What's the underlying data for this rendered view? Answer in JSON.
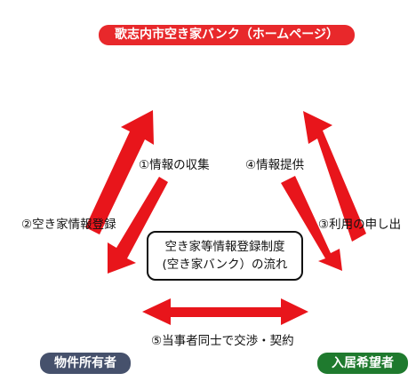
{
  "top_pill": "歌志内市空き家バンク（ホームページ）",
  "owner_pill": "物件所有者",
  "seeker_pill": "入居希望者",
  "center_box": {
    "line1": "空き家等情報登録制度",
    "line2": "(空き家バンク）の流れ"
  },
  "steps": {
    "step1": "①情報の収集",
    "step2": "②空き家情報登録",
    "step3": "③利用の申し出",
    "step4": "④情報提供",
    "step5": "⑤当事者同士で交渉・契約"
  },
  "colors": {
    "arrow": "#e8151b",
    "top_pill": "#e8282b",
    "owner_pill": "#46516c",
    "seeker_pill": "#1f7a2e"
  }
}
